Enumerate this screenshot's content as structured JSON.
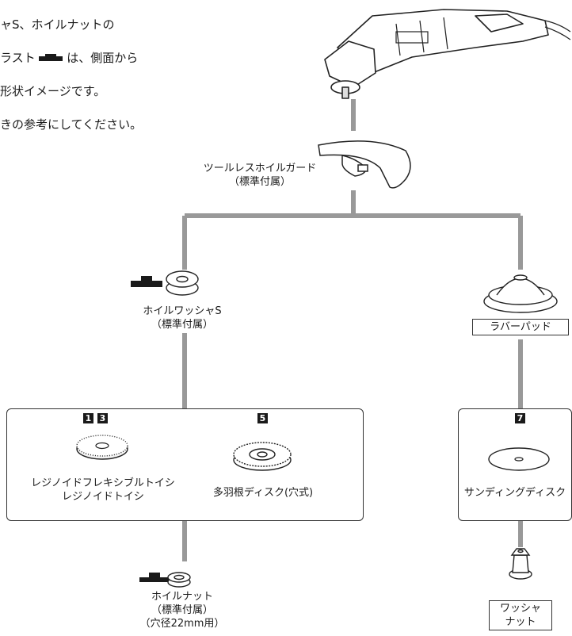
{
  "note": {
    "line1": "ャS、ホイルナットの",
    "line2_pre": "ラスト",
    "line2_post": " は、側面から",
    "line3": "形状イメージです。",
    "line4": "きの参考にしてください。"
  },
  "parts": {
    "guard": {
      "name": "ツールレスホイルガード",
      "sub": "（標準付属）"
    },
    "washer_s": {
      "name": "ホイルワッシャS",
      "sub": "（標準付属）"
    },
    "rubber_pad": {
      "name": "ラバーパッド"
    },
    "flex_wheel": {
      "badge1": "1",
      "badge2": "3",
      "name1": "レジノイドフレキシブルトイシ",
      "name2": "レジノイドトイシ"
    },
    "flap_disc": {
      "badge": "5",
      "name": "多羽根ディスク(穴式)"
    },
    "sanding_disc": {
      "badge": "7",
      "name": "サンディングディスク"
    },
    "wheel_nut": {
      "name": "ホイルナット",
      "sub": "（標準付属）",
      "sub2": "（穴径22mm用）"
    },
    "washer": {
      "line1": "ワッシャ",
      "line2": "ナット"
    }
  },
  "colors": {
    "connector": "#999999",
    "outline": "#333333",
    "badge": "#1a1a1a"
  },
  "icons": [
    "angle-grinder-icon",
    "wheel-guard-icon",
    "washer-s-icon",
    "rubber-pad-icon",
    "grinding-wheel-icon",
    "flap-disc-icon",
    "sanding-disc-icon",
    "wheel-nut-icon",
    "washer-nut-icon"
  ]
}
